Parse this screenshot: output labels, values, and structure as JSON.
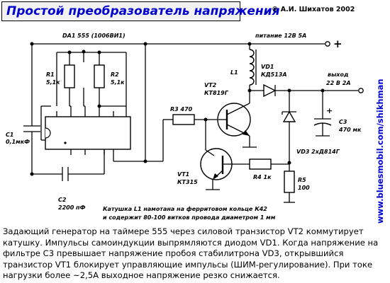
{
  "header": {
    "title": "Простой преобразователь напряжения",
    "author": "© А.И. Шихатов  2002"
  },
  "url": "www.bluesmobil.com/shikhman",
  "labels": {
    "da1": "DA1  555 (1006ВИ1)",
    "power": "питание 12В 5А",
    "plus_top": "+",
    "r1_name": "R1",
    "r1_val": "5,1к",
    "r2_name": "R2",
    "r2_val": "5,1к",
    "l1": "L1",
    "vd1_name": "VD1",
    "vd1_val": "КД513А",
    "output_name": "выход",
    "output_val": "22 В 2А",
    "plus_out": "+",
    "vt2_name": "VT2",
    "vt2_val": "КТ819Г",
    "r3": "R3 470",
    "c1_name": "C1",
    "c1_val": "0,1мкФ",
    "c3_name": "C3",
    "c3_val": "470 мк",
    "vd3": "VD3   2хД814Г",
    "vt1_name": "VT1",
    "vt1_val": "КТ315",
    "r4": "R4  1к",
    "r5_name": "R5",
    "r5_val": "100",
    "c2_name": "C2",
    "c2_val": "2200 пФ",
    "note_line1": "Катушка L1 намотана на ферритовом кольце К42",
    "note_line2": "и содержит 80-100 витков провода диаметром 1 мм"
  },
  "description": "Задающий генератор на таймере 555 через силовой транзистор VT2 коммутирует катушку. Импульсы самоиндукции выпрямляются диодом VD1. Когда напряжение на фильтре С3 превышает напряжение пробоя стабилитрона VD3, открывшийся транзистор VT1 блокирует управляющие импульсы (ШИМ-регулирование). При токе нагрузки более ~2,5А выходное напряжение резко снижается.",
  "colors": {
    "title_text": "#0000cc",
    "url_text": "#0000cc",
    "title_bg": "#f2f2f2",
    "line": "#000000"
  }
}
